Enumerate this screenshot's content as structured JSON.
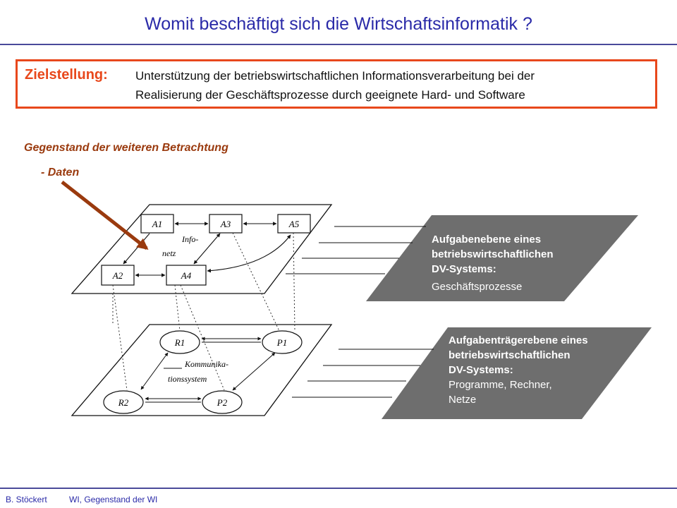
{
  "title": "Womit beschäftigt sich die Wirtschaftsinformatik ?",
  "goal": {
    "label": "Zielstellung:",
    "line1": "Unterstützung der betriebswirtschaftlichen Informationsverarbeitung  bei der",
    "line2": "Realisierung der Geschäftsprozesse durch geeignete Hard- und Software"
  },
  "section_heading": "Gegenstand der weiteren Betrachtung",
  "item": "- Daten",
  "upper_plane": {
    "nodes": [
      "A1",
      "A3",
      "A5",
      "A2",
      "A4"
    ],
    "center_label": "Info-\nnetz",
    "caption_bold": [
      "Aufgabenebene eines",
      "betriebswirtschaftlichen",
      "DV-Systems:"
    ],
    "caption_normal": "Geschäftsprozesse"
  },
  "lower_plane": {
    "nodes": [
      "R1",
      "P1",
      "R2",
      "P2"
    ],
    "center_label": "Kommunika-\ntionssystem",
    "caption_bold": [
      "Aufgabenträgerebene eines",
      "betriebswirtschaftlichen",
      "DV-Systems:"
    ],
    "caption_normal": [
      "Programme, Rechner,",
      "Netze"
    ]
  },
  "colors": {
    "title": "#2a2aa8",
    "accent_red": "#e8481c",
    "brown": "#9a3a0e",
    "plane_gray": "#6e6e6e",
    "rule": "#4a4a9a"
  },
  "footer": {
    "author": "B. Stöckert",
    "topic": "WI, Gegenstand der WI"
  }
}
